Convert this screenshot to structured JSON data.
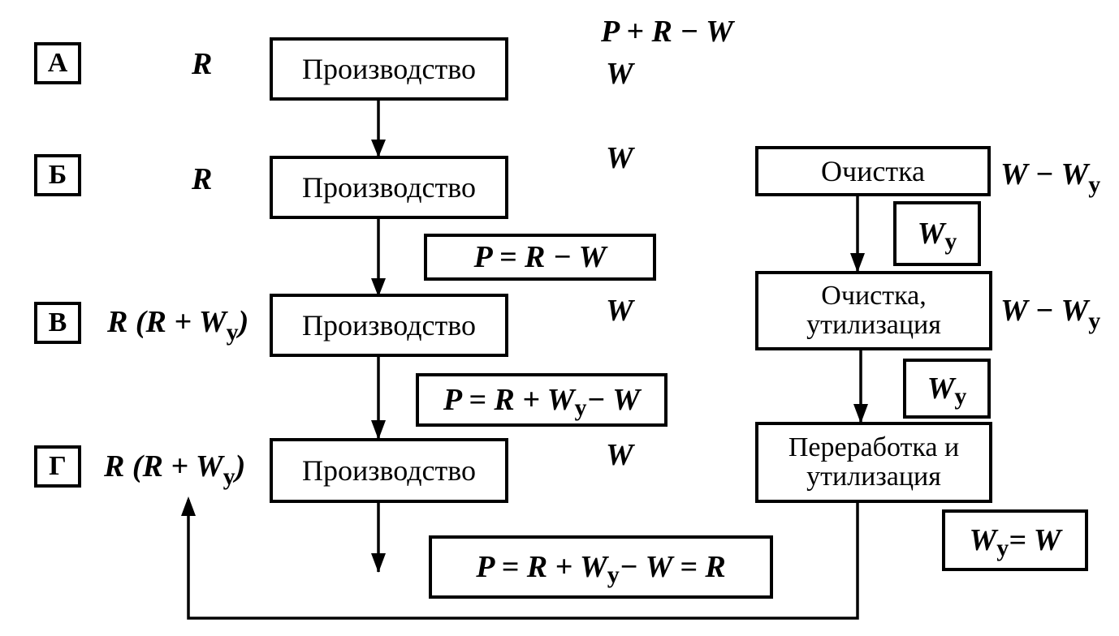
{
  "stages": [
    {
      "label": "А",
      "input": "R",
      "process": "Производство",
      "output_top": "P + R − W",
      "output": "W"
    },
    {
      "label": "Б",
      "input": "R",
      "process": "Производство",
      "output": "W"
    },
    {
      "label": "В",
      "input": "R (R + W",
      "process": "Производство",
      "output": "W"
    },
    {
      "label": "Г",
      "input": "R (R + W",
      "process": "Производство",
      "output": "W"
    }
  ],
  "subscript": "y",
  "close_paren": ")",
  "formulas": {
    "b": "P  =  R − W",
    "v_prefix": "P  =  R + W",
    "v_suffix": " − W",
    "g_prefix": "P  =  R + W",
    "g_suffix": " − W  =  R"
  },
  "treatment": {
    "b_box": "Очистка",
    "b_out": "W − W",
    "b_recycled": "W",
    "v_box_line1": "Очистка,",
    "v_box_line2": "утилизация",
    "v_out": "W − W",
    "v_recycled": "W",
    "g_box_line1": "Переработка и",
    "g_box_line2": "утилизация",
    "g_recycled_prefix": "W",
    "g_recycled_suffix": "  =  W"
  }
}
